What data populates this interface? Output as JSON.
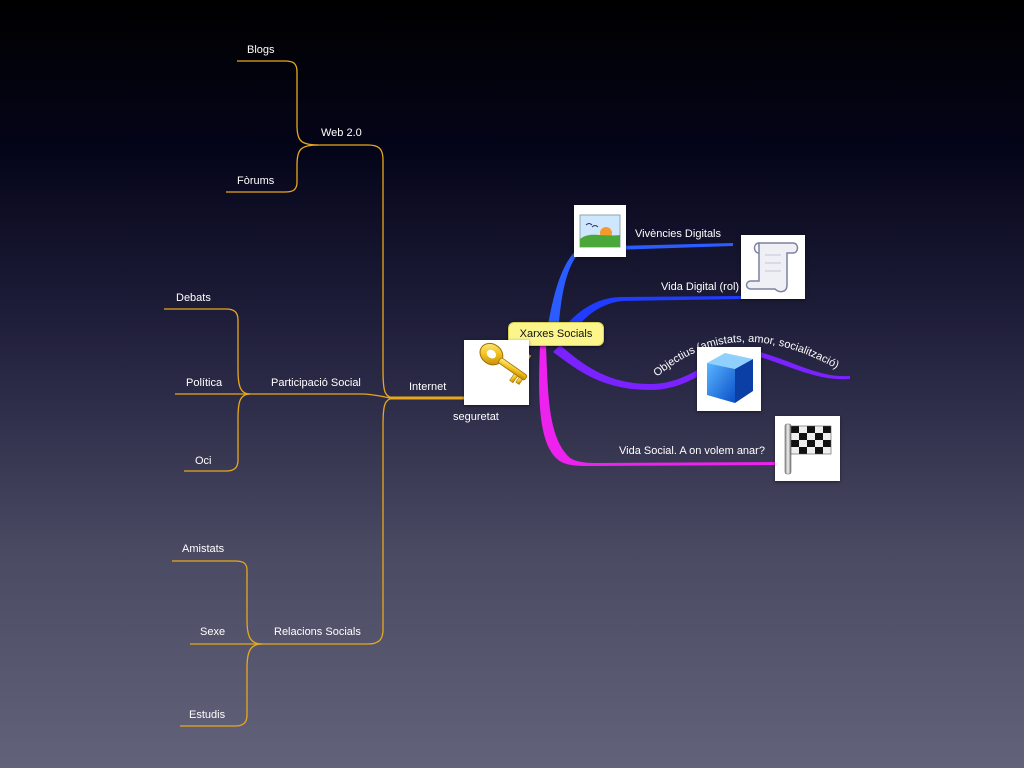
{
  "central_topic": "Xarxes Socials",
  "left_branch": {
    "root": "Internet",
    "attachment": "seguretat",
    "groups": [
      {
        "label": "Web 2.0",
        "children": [
          "Blogs",
          "Fòrums"
        ]
      },
      {
        "label": "Participació Social",
        "children": [
          "Debats",
          "Política",
          "Oci"
        ]
      },
      {
        "label": "Relacions Socials",
        "children": [
          "Amistats",
          "Sexe",
          "Estudis"
        ]
      }
    ]
  },
  "right_branches": [
    {
      "label": "Vivències Digitals",
      "color": "#2b5cff",
      "icon": "landscape-picture-icon"
    },
    {
      "label": "Vida Digital (rol)",
      "color": "#1f3cff",
      "icon": "scroll-icon"
    },
    {
      "label": "Objectius (amistats, amor, socialització)",
      "color": "#7a22ff",
      "icon": "blue-cube-icon"
    },
    {
      "label": "Vida Social. A on volem anar?",
      "color": "#ee22ee",
      "icon": "checkered-flag-icon"
    }
  ],
  "colors": {
    "left_branch": "#e8a81c",
    "central_fill": "#fbf58c"
  },
  "key_icon": "golden-key-icon"
}
